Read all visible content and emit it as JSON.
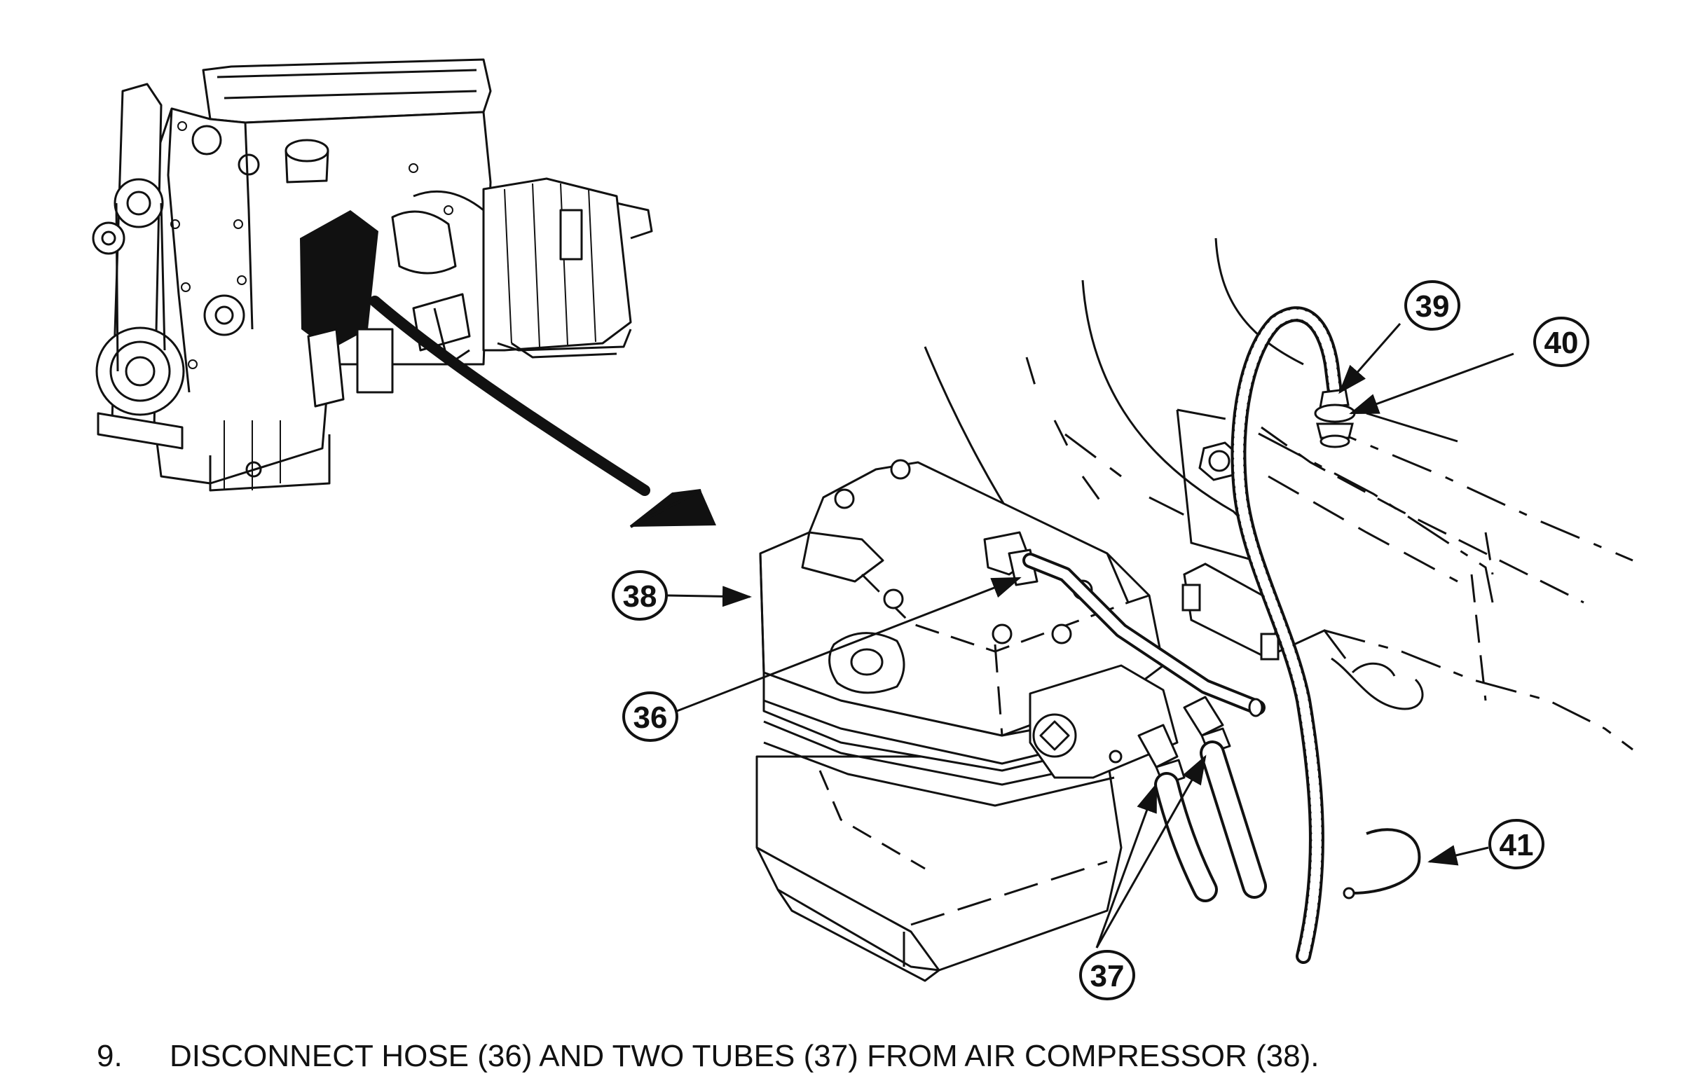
{
  "callouts": [
    {
      "id": "38",
      "label": "38"
    },
    {
      "id": "36",
      "label": "36"
    },
    {
      "id": "37",
      "label": "37"
    },
    {
      "id": "39",
      "label": "39"
    },
    {
      "id": "40",
      "label": "40"
    },
    {
      "id": "41",
      "label": "41"
    }
  ],
  "instruction": {
    "step_number": "9.",
    "text": "DISCONNECT HOSE (36) AND TWO TUBES (37) FROM AIR COMPRESSOR (38)."
  },
  "colors": {
    "ink": "#111111",
    "paper": "#ffffff"
  }
}
